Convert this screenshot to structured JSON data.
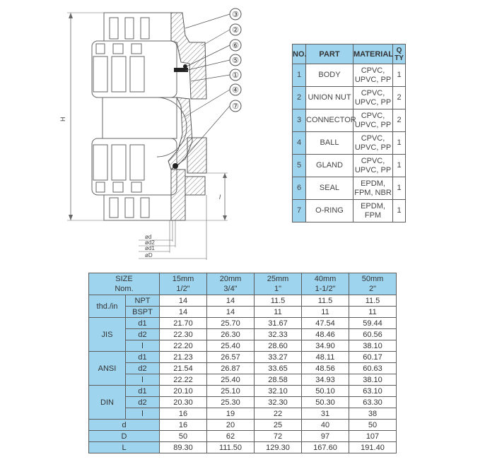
{
  "drawing": {
    "callouts": [
      "③",
      "②",
      "⑥",
      "⑤",
      "①",
      "④",
      "⑦"
    ],
    "dim_labels": {
      "H": "H",
      "l": "l",
      "d": "ød",
      "d2": "ød2",
      "d1": "ød1",
      "D": "øD"
    }
  },
  "parts_table": {
    "headers": [
      "NO.",
      "PART",
      "MATERIAL",
      "Q TY"
    ],
    "rows": [
      {
        "no": "1",
        "part": "BODY",
        "mat1": "CPVC,",
        "mat2": "UPVC, PP",
        "qty": "1"
      },
      {
        "no": "2",
        "part": "UNION NUT",
        "mat1": "CPVC,",
        "mat2": "UPVC, PP",
        "qty": "2"
      },
      {
        "no": "3",
        "part": "CONNECTOR",
        "mat1": "CPVC,",
        "mat2": "UPVC, PP",
        "qty": "2"
      },
      {
        "no": "4",
        "part": "BALL",
        "mat1": "CPVC,",
        "mat2": "UPVC, PP",
        "qty": "1"
      },
      {
        "no": "5",
        "part": "GLAND",
        "mat1": "CPVC,",
        "mat2": "UPVC, PP",
        "qty": "1"
      },
      {
        "no": "6",
        "part": "SEAL",
        "mat1": "EPDM,",
        "mat2": "FPM, NBR",
        "qty": "1"
      },
      {
        "no": "7",
        "part": "O-RING",
        "mat1": "EPDM,",
        "mat2": "FPM",
        "qty": "1"
      }
    ]
  },
  "dims_table": {
    "header": {
      "size_l1": "SIZE",
      "size_l2": "Nom.",
      "cols": [
        {
          "l1": "15mm",
          "l2": "1/2\""
        },
        {
          "l1": "20mm",
          "l2": "3/4\""
        },
        {
          "l1": "25mm",
          "l2": "1\""
        },
        {
          "l1": "40mm",
          "l2": "1-1/2\""
        },
        {
          "l1": "50mm",
          "l2": "2\""
        }
      ]
    },
    "groups": {
      "thd": "thd./in",
      "jis": "JIS",
      "ansi": "ANSI",
      "din": "DIN"
    },
    "rows": {
      "npt": {
        "label": "NPT",
        "values": [
          "14",
          "14",
          "11.5",
          "11.5",
          "11.5"
        ]
      },
      "bspt": {
        "label": "BSPT",
        "values": [
          "14",
          "14",
          "11",
          "11",
          "11"
        ]
      },
      "jis_d1": {
        "label": "d1",
        "values": [
          "21.70",
          "25.70",
          "31.67",
          "47.54",
          "59.44"
        ]
      },
      "jis_d2": {
        "label": "d2",
        "values": [
          "22.30",
          "26.30",
          "32.33",
          "48.46",
          "60.56"
        ]
      },
      "jis_l": {
        "label": "l",
        "values": [
          "22.20",
          "25.40",
          "28.60",
          "34.90",
          "38.10"
        ]
      },
      "ansi_d1": {
        "label": "d1",
        "values": [
          "21.23",
          "26.57",
          "33.27",
          "48.11",
          "60.17"
        ]
      },
      "ansi_d2": {
        "label": "d2",
        "values": [
          "21.54",
          "26.87",
          "33.65",
          "48.56",
          "60.63"
        ]
      },
      "ansi_l": {
        "label": "l",
        "values": [
          "22.22",
          "25.40",
          "28.58",
          "34.93",
          "38.10"
        ]
      },
      "din_d1": {
        "label": "d1",
        "values": [
          "20.10",
          "25.10",
          "32.10",
          "50.10",
          "63.10"
        ]
      },
      "din_d2": {
        "label": "d2",
        "values": [
          "20.30",
          "25.30",
          "32.30",
          "50.30",
          "63.30"
        ]
      },
      "din_l": {
        "label": "l",
        "values": [
          "16",
          "19",
          "22",
          "31",
          "38"
        ]
      },
      "d": {
        "label": "d",
        "values": [
          "16",
          "20",
          "25",
          "40",
          "50"
        ]
      },
      "D": {
        "label": "D",
        "values": [
          "50",
          "62",
          "72",
          "97",
          "107"
        ]
      },
      "L": {
        "label": "L",
        "values": [
          "89.30",
          "111.50",
          "129.30",
          "167.60",
          "191.40"
        ]
      }
    }
  }
}
